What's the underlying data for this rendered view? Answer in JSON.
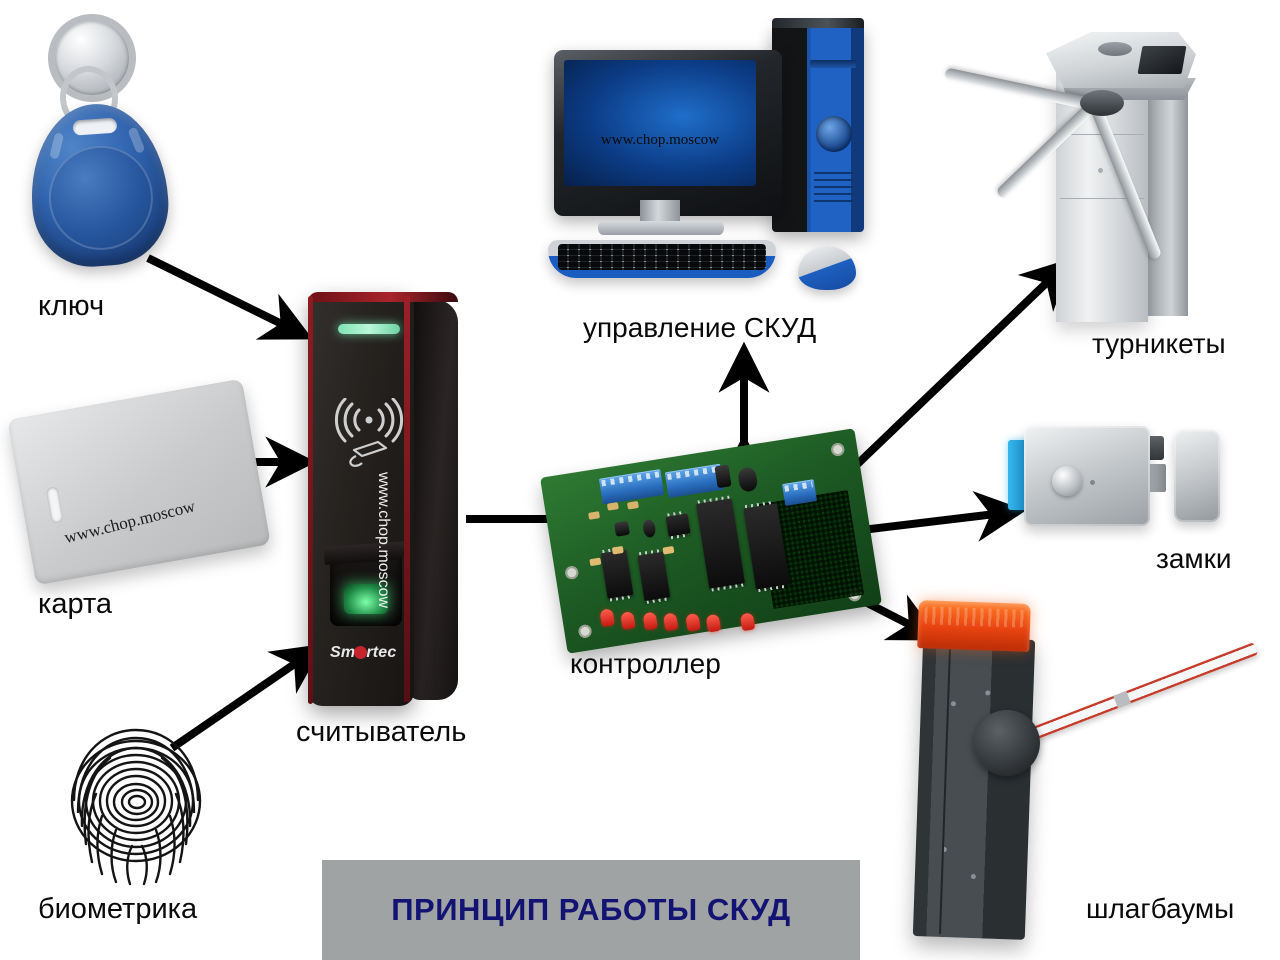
{
  "diagram": {
    "title": "ПРИНЦИП РАБОТЫ СКУД",
    "watermark": "www.chop.moscow",
    "banner_bg": "#a0a3a3",
    "banner_text_color": "#131374"
  },
  "nodes": {
    "keyfob": {
      "label": "ключ",
      "icon": "rfid-keyfob-icon",
      "color": "#2f62ad"
    },
    "card": {
      "label": "карта",
      "icon": "proximity-card-icon",
      "color": "#c9cacb",
      "watermark": "www.chop.moscow"
    },
    "biometrics": {
      "label": "биометрика",
      "icon": "fingerprint-icon",
      "color": "#111111"
    },
    "reader": {
      "label": "считыватель",
      "icon": "card-reader-icon",
      "brand": "Smartec",
      "vertical_text": "www.chop.moscow",
      "color": "#1b1717"
    },
    "controller": {
      "label": "контроллер",
      "icon": "pcb-controller-icon",
      "color": "#1d5b24"
    },
    "pc": {
      "label": "управление СКУД",
      "icon": "desktop-computer-icon",
      "screen_watermark": "www.chop.moscow",
      "color": "#1f62c4"
    },
    "turnstile": {
      "label": "турникеты",
      "icon": "tripod-turnstile-icon",
      "color": "#cfd3d6"
    },
    "lock": {
      "label": "замки",
      "icon": "electric-lock-icon",
      "color": "#c6cacd"
    },
    "barrier": {
      "label": "шлагбаумы",
      "icon": "boom-barrier-icon",
      "color": "#474d50"
    }
  },
  "arrows": [
    {
      "name": "arrow-keyfob-to-reader",
      "from": "keyfob",
      "to": "reader",
      "style": "single"
    },
    {
      "name": "arrow-card-to-reader",
      "from": "card",
      "to": "reader",
      "style": "single"
    },
    {
      "name": "arrow-biometrics-to-reader",
      "from": "biometrics",
      "to": "reader",
      "style": "single"
    },
    {
      "name": "arrow-reader-to-controller",
      "from": "reader",
      "to": "controller",
      "style": "single"
    },
    {
      "name": "arrow-controller-to-pc",
      "from": "controller",
      "to": "pc",
      "style": "double"
    },
    {
      "name": "arrow-controller-to-turnstile",
      "from": "controller",
      "to": "turnstile",
      "style": "single"
    },
    {
      "name": "arrow-controller-to-lock",
      "from": "controller",
      "to": "lock",
      "style": "single"
    },
    {
      "name": "arrow-controller-to-barrier",
      "from": "controller",
      "to": "barrier",
      "style": "single"
    }
  ]
}
